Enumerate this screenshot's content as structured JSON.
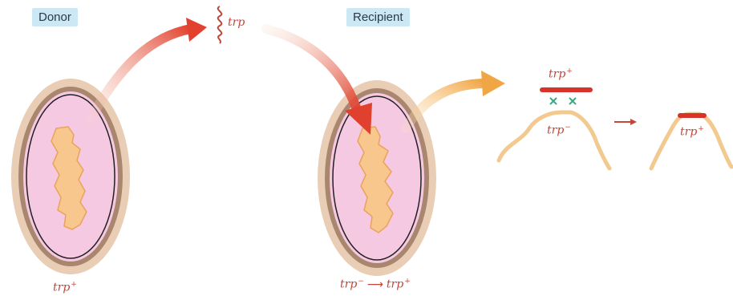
{
  "labels": {
    "donor": "Donor",
    "recipient": "Recipient"
  },
  "genes": {
    "free_dna": "trp",
    "donor_genotype": "trp",
    "donor_sign": "+",
    "recipient_from": "trp",
    "recipient_from_sign": "−",
    "recipient_to": "trp",
    "recipient_to_sign": "+",
    "incoming_strand": "trp",
    "incoming_sign": "+",
    "chromosome_before": "trp",
    "chromosome_before_sign": "−",
    "chromosome_after": "trp",
    "chromosome_after_sign": "+"
  },
  "colors": {
    "cell_wall_outer": "#e9cdb5",
    "cell_wall_inner": "#a9876f",
    "cytoplasm": "#f6c9e2",
    "nucleoid": "#f7c78d",
    "dna_red": "#d8332b",
    "arrow_orange": "#f1a646",
    "crossover_green": "#3aa882"
  }
}
